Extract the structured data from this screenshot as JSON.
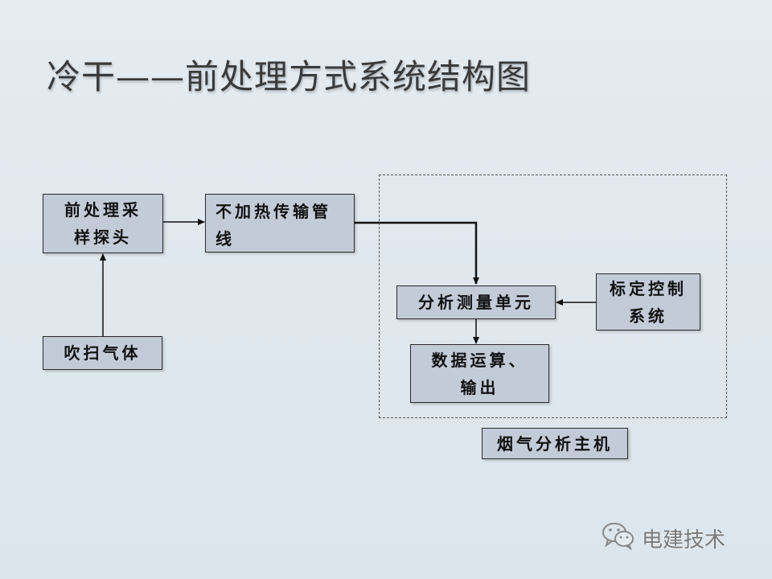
{
  "title": "冷干——前处理方式系统结构图",
  "nodes": {
    "probe": "前处理采\n样探头",
    "pipe": "不加热传输管\n线",
    "purge": "吹扫气体",
    "measure": "分析测量单元",
    "calibration": "标定控制\n系统",
    "compute": "数据运算、\n输出",
    "host_label": "烟气分析主机"
  },
  "watermark": {
    "icon": "wechat-icon",
    "text": "电建技术"
  }
}
